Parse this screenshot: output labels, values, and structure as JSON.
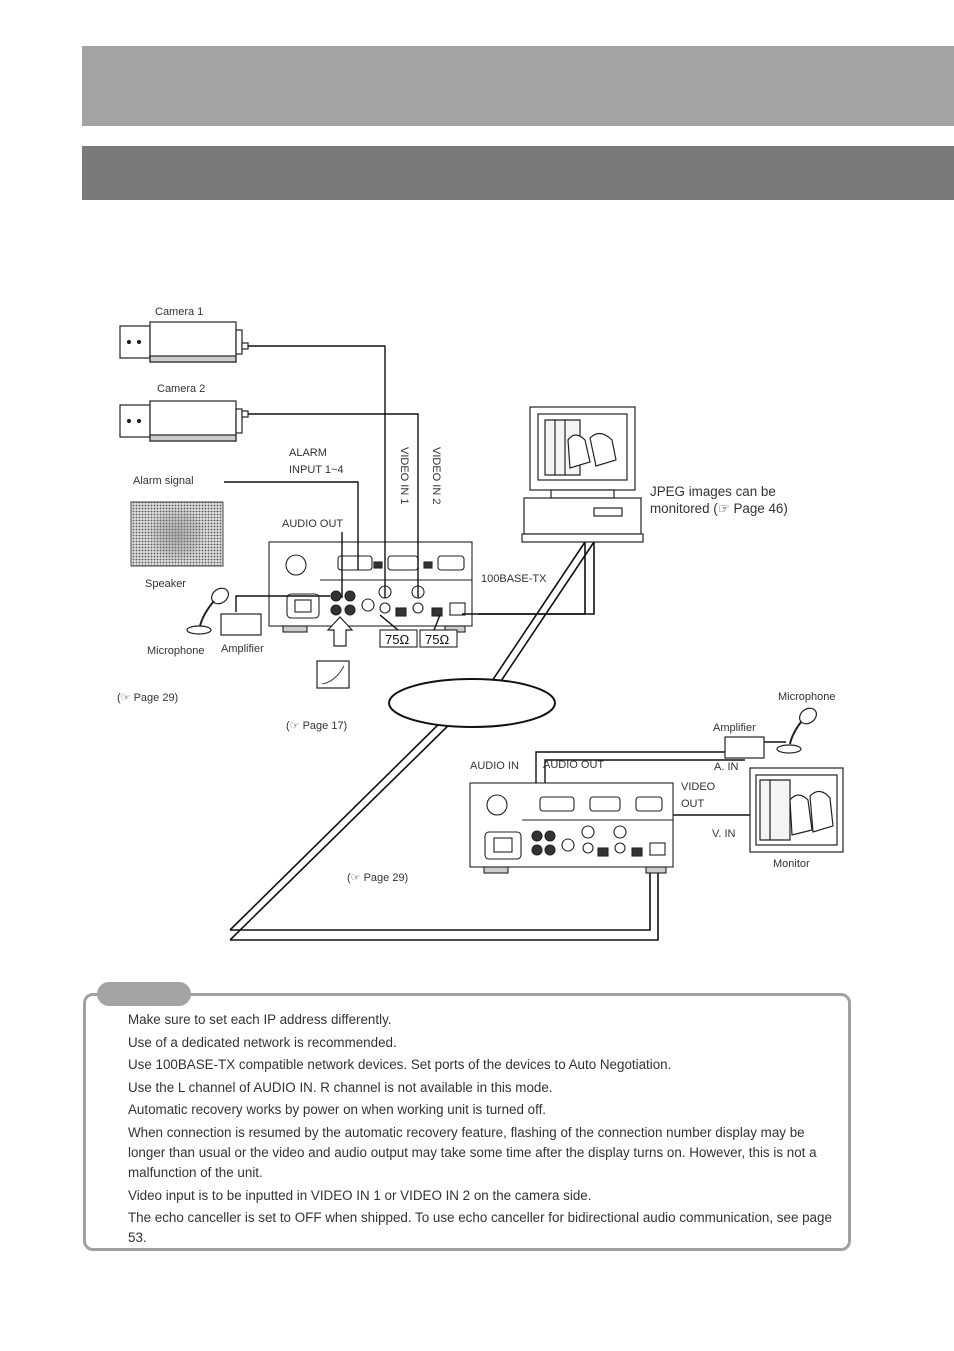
{
  "labels": {
    "camera1": "Camera 1",
    "camera2": "Camera 2",
    "alarm_signal": "Alarm signal",
    "alarm_line1": "ALARM",
    "alarm_line2": "INPUT 1~4",
    "audio_out_top": "AUDIO OUT",
    "video_in1": "VIDEO IN 1",
    "video_in2": "VIDEO IN 2",
    "speaker": "Speaker",
    "microphone_left": "Microphone",
    "amplifier_left": "Amplifier",
    "base_tx": "100BASE-TX",
    "ohm1": "75Ω",
    "ohm2": "75Ω",
    "jpeg_line1": "JPEG images can be",
    "jpeg_line2": "monitored (☞ Page 46)",
    "page29_left": "(☞ Page 29)",
    "page17": "(☞ Page 17)",
    "microphone_right": "Microphone",
    "amplifier_right": "Amplifier",
    "audio_in_bottom": "AUDIO IN",
    "audio_out_bottom": "AUDIO OUT",
    "a_in": "A. IN",
    "video_out_line1": "VIDEO",
    "video_out_line2": "OUT",
    "v_in": "V. IN",
    "monitor": "Monitor",
    "page29_bottom": "(☞ Page 29)"
  },
  "notes": [
    "Make sure to set each IP address differently.",
    "Use of a dedicated network is recommended.",
    "Use 100BASE-TX compatible network devices. Set ports of the devices to Auto Negotiation.",
    "Use the L channel of AUDIO IN. R channel is not available in this mode.",
    "Automatic recovery works by power on when working unit is turned off.",
    "When connection is resumed by the automatic recovery feature, flashing of the connection number display may be longer than usual or the video and audio output may take some time after the display turns on. However, this is not a malfunction of the unit.",
    "Video input is to be inputted in VIDEO IN 1 or VIDEO IN 2 on the camera side.",
    "The echo canceller is set to OFF when shipped. To use echo canceller for bidirectional audio communication, see page 53."
  ]
}
